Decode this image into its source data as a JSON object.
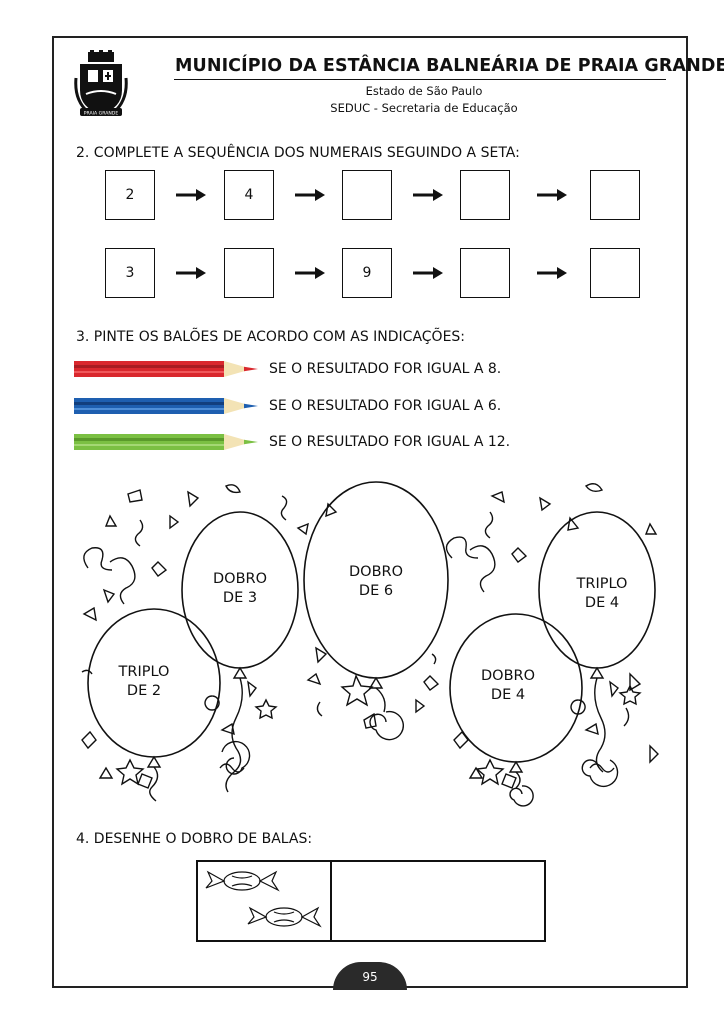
{
  "header": {
    "title": "MUNICÍPIO DA ESTÂNCIA BALNEÁRIA DE PRAIA GRANDE",
    "state": "Estado de São Paulo",
    "department": "SEDUC - Secretaria de Educação",
    "crest_text": "PRAIA GRANDE"
  },
  "question2": {
    "prompt": "2. COMPLETE A SEQUÊNCIA DOS NUMERAIS SEGUINDO A SETA:",
    "rows": [
      [
        "2",
        "4",
        "",
        "",
        ""
      ],
      [
        "3",
        "",
        "9",
        "",
        ""
      ]
    ]
  },
  "question3": {
    "prompt": "3. PINTE OS BALÕES DE ACORDO COM AS INDICAÇÕES:",
    "legend": [
      {
        "color": "#d9282e",
        "text": "SE O RESULTADO FOR IGUAL A 8."
      },
      {
        "color": "#1e5fb0",
        "text": "SE O RESULTADO FOR IGUAL A 6."
      },
      {
        "color": "#7bc043",
        "text": "SE O RESULTADO FOR IGUAL A 12."
      }
    ],
    "balloons": [
      {
        "line1": "TRIPLO",
        "line2": "DE 2"
      },
      {
        "line1": "DOBRO",
        "line2": "DE 3"
      },
      {
        "line1": "DOBRO",
        "line2": "DE 6"
      },
      {
        "line1": "DOBRO",
        "line2": "DE 4"
      },
      {
        "line1": "TRIPLO",
        "line2": "DE 4"
      }
    ]
  },
  "question4": {
    "prompt": "4. DESENHE O DOBRO DE BALAS:"
  },
  "footer": {
    "page_number": "95"
  }
}
